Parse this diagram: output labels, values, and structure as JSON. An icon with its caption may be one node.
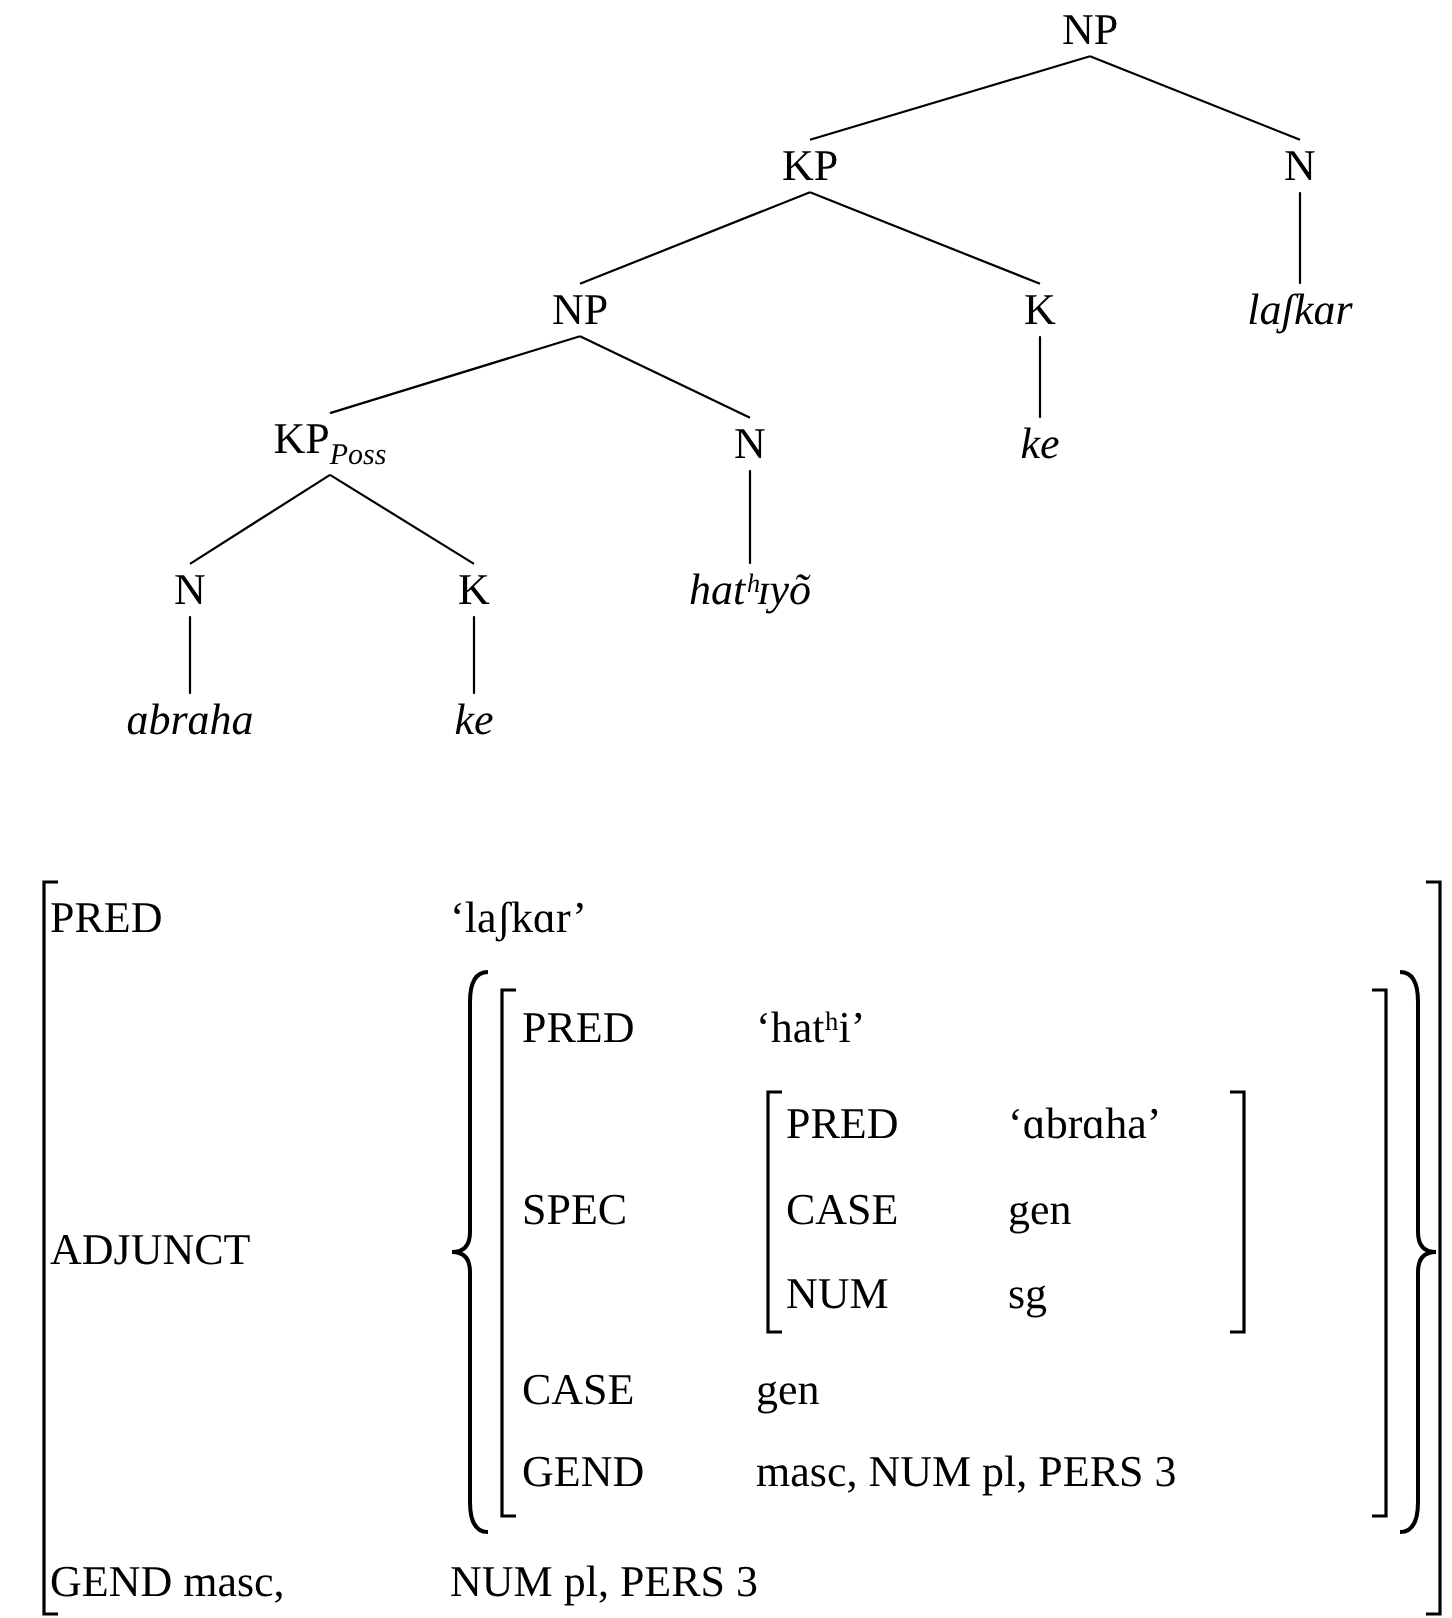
{
  "diagram": {
    "nodes": [
      {
        "text": [
          "NP"
        ]
      },
      {
        "text": [
          "KP"
        ]
      },
      {
        "text": [
          "N"
        ]
      },
      {
        "text": [
          "laʃkɑr"
        ]
      },
      {
        "text": [
          "NP"
        ]
      },
      {
        "text": [
          "K"
        ]
      },
      {
        "text": [
          "ke"
        ]
      },
      {
        "text": [
          "KP$_{Poss}$"
        ]
      },
      {
        "text": [
          "N"
        ]
      },
      {
        "text": [
          "hatʰɪyõ"
        ]
      },
      {
        "text": [
          "N"
        ]
      },
      {
        "text": [
          "K"
        ]
      },
      {
        "text": [
          "ɑbrɑha"
        ]
      },
      {
        "text": [
          "ke"
        ]
      }
    ],
    "edges": [
      {
        "from": 0,
        "to": 1,
        "arrow": "none"
      },
      {
        "from": 0,
        "to": 2,
        "arrow": "none"
      },
      {
        "from": 2,
        "to": 3,
        "arrow": "none"
      },
      {
        "from": 1,
        "to": 4,
        "arrow": "none"
      },
      {
        "from": 1,
        "to": 5,
        "arrow": "none"
      },
      {
        "from": 5,
        "to": 6,
        "arrow": "none"
      },
      {
        "from": 4,
        "to": 7,
        "arrow": "none"
      },
      {
        "from": 4,
        "to": 8,
        "arrow": "none"
      },
      {
        "from": 8,
        "to": 9,
        "arrow": "none"
      },
      {
        "from": 7,
        "to": 10,
        "arrow": "none"
      },
      {
        "from": 7,
        "to": 11,
        "arrow": "none"
      },
      {
        "from": 10,
        "to": 12,
        "arrow": "none"
      },
      {
        "from": 11,
        "to": 13,
        "arrow": "none"
      }
    ],
    "labels": [
      "PRED",
      "‘laʃkɑr’",
      "ADJUNCT",
      "PRED",
      "‘hatʰi’",
      "SPEC",
      "PRED",
      "‘ɑbrɑha’",
      "CASE",
      "gen",
      "NUM",
      "sg",
      "CASE",
      "gen",
      "GEND",
      "masc, NUM pl, PERS 3",
      "GEND masc,",
      "NUM pl, PERS 3"
    ]
  }
}
